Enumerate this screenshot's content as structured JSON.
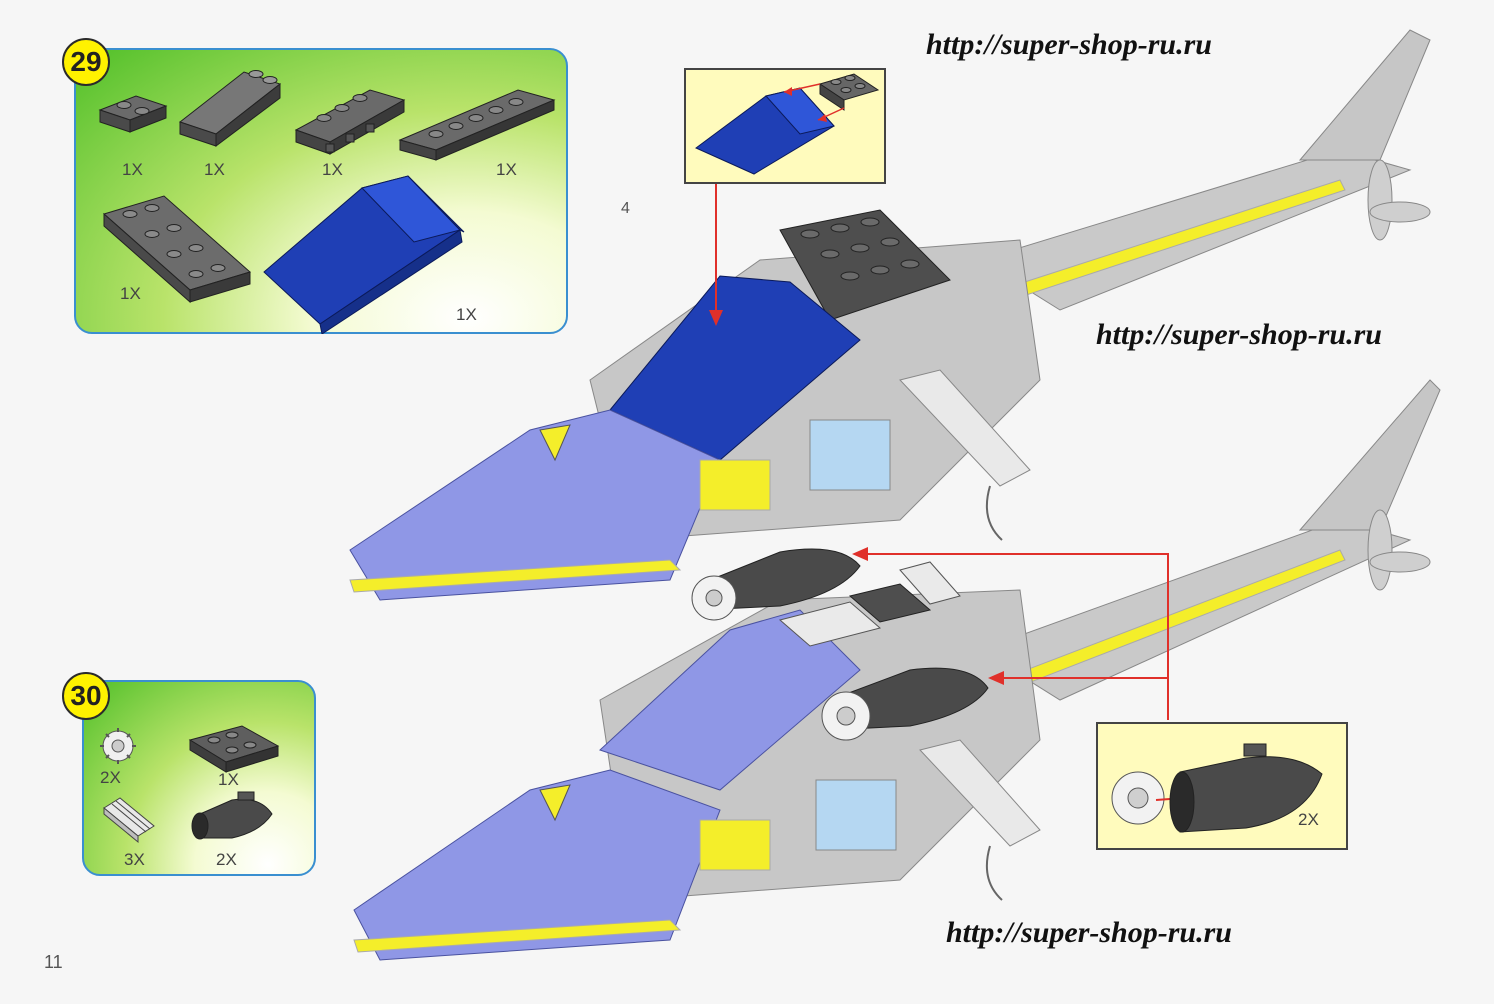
{
  "page_number": "11",
  "sub_step_label": "4",
  "watermarks": [
    "http://super-shop-ru.ru",
    "http://super-shop-ru.ru",
    "http://super-shop-ru.ru"
  ],
  "step29": {
    "number": "29",
    "parts": [
      {
        "name": "dark-gray-plate-1x2",
        "qty": "1X"
      },
      {
        "name": "dark-gray-slope-2x4",
        "qty": "1X"
      },
      {
        "name": "dark-gray-hinge-plate-1x4",
        "qty": "1X"
      },
      {
        "name": "dark-gray-plate-1x6",
        "qty": "1X"
      },
      {
        "name": "dark-gray-plate-2x4",
        "qty": "1X"
      },
      {
        "name": "blue-windscreen-slope",
        "qty": "1X"
      }
    ]
  },
  "step30": {
    "number": "30",
    "parts": [
      {
        "name": "white-gear-turbine",
        "qty": "2X"
      },
      {
        "name": "dark-gray-plate-2x3",
        "qty": "1X"
      },
      {
        "name": "white-grille-tile",
        "qty": "3X"
      },
      {
        "name": "dark-gray-engine-cone",
        "qty": "2X"
      }
    ]
  },
  "engine_callout": {
    "qty": "2X"
  },
  "colors": {
    "panel_border": "#3a8fd0",
    "number_badge": "#fff200",
    "brick_blue": "#1f3fb5",
    "light_blue": "#8f97e6",
    "yellow": "#f4ee2a",
    "gray": "#bdbdbd",
    "dark_gray": "#4e4e4e",
    "arrow_red": "#e0302a"
  }
}
